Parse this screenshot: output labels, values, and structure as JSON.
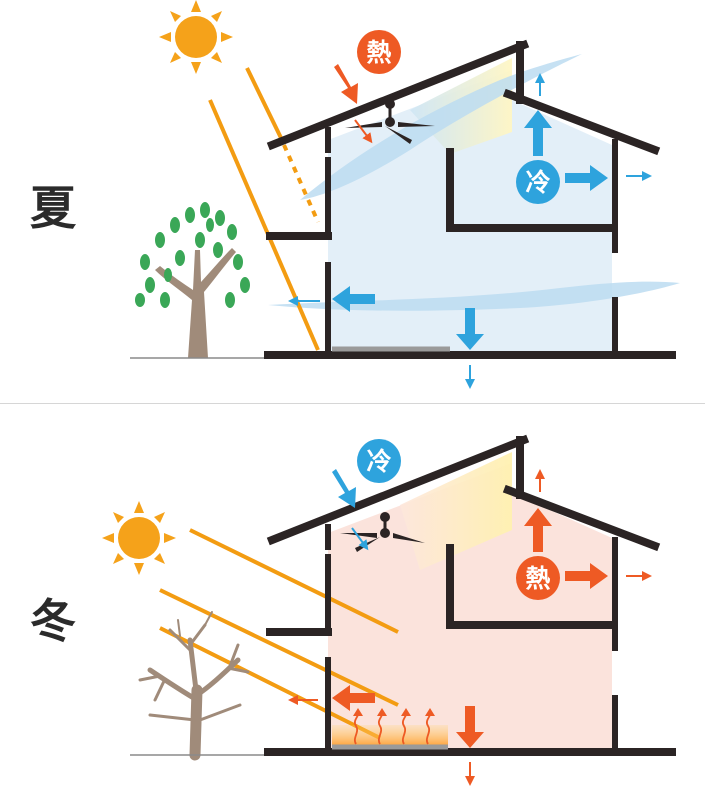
{
  "panels": {
    "summer": {
      "season_label": "夏",
      "roof_badge": "熱",
      "interior_badge": "冷"
    },
    "winter": {
      "season_label": "冬",
      "roof_badge": "冷",
      "interior_badge": "熱"
    }
  },
  "colors": {
    "heat": "#ee5a24",
    "cool": "#2ea3dd",
    "sun": "#f5a21a",
    "beam": "#f39c12",
    "structure": "#2b2424",
    "summer_interior": "#e3eff8",
    "winter_interior": "#fbe3dc",
    "foliage": "#3aa757",
    "trunk": "#a08b7a"
  },
  "icons": [
    "sun-icon",
    "tree-icon",
    "bare-tree-icon",
    "ceiling-fan-icon",
    "heater-icon"
  ]
}
